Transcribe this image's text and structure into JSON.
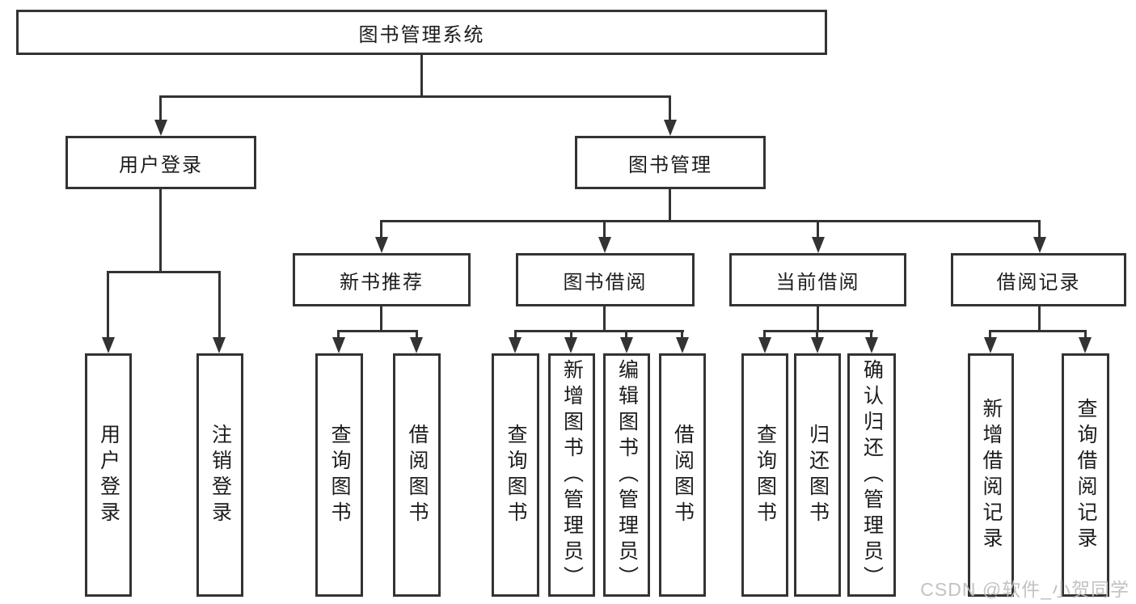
{
  "tree": {
    "label": "图书管理系统",
    "children": [
      {
        "label": "用户登录",
        "children": [
          {
            "label": "用户登录"
          },
          {
            "label": "注销登录"
          }
        ]
      },
      {
        "label": "图书管理",
        "children": [
          {
            "label": "新书推荐",
            "children": [
              {
                "label": "查询图书"
              },
              {
                "label": "借阅图书"
              }
            ]
          },
          {
            "label": "图书借阅",
            "children": [
              {
                "label": "查询图书"
              },
              {
                "label": "新增图书（管理员）"
              },
              {
                "label": "编辑图书（管理员）"
              },
              {
                "label": "借阅图书"
              }
            ]
          },
          {
            "label": "当前借阅",
            "children": [
              {
                "label": "查询图书"
              },
              {
                "label": "归还图书"
              },
              {
                "label": "确认归还（管理员）"
              }
            ]
          },
          {
            "label": "借阅记录",
            "children": [
              {
                "label": "新增借阅记录"
              },
              {
                "label": "查询借阅记录"
              }
            ]
          }
        ]
      }
    ]
  },
  "watermark": {
    "text": "CSDN @软件_小贺同学"
  },
  "colors": {
    "line": "#333333",
    "box_background": "#ffffff",
    "text": "#1c1c1c",
    "watermark": "#bdbdbd"
  }
}
